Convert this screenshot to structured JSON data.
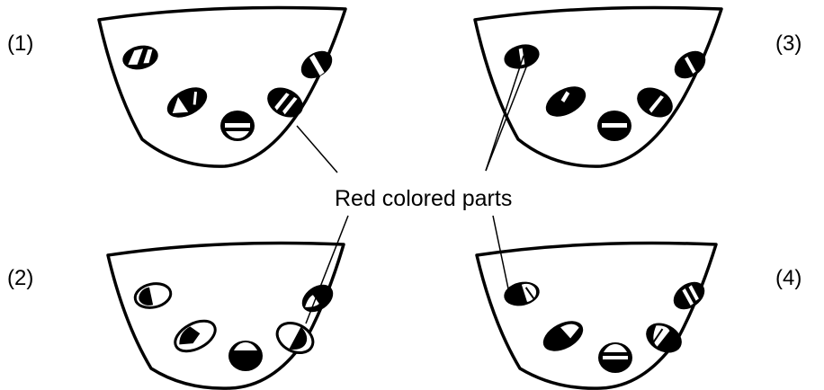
{
  "figure": {
    "panel_labels": [
      "(1)",
      "(2)",
      "(3)",
      "(4)"
    ],
    "callout_text": "Red colored parts",
    "colors": {
      "ink": "#000000",
      "background": "#ffffff"
    }
  }
}
